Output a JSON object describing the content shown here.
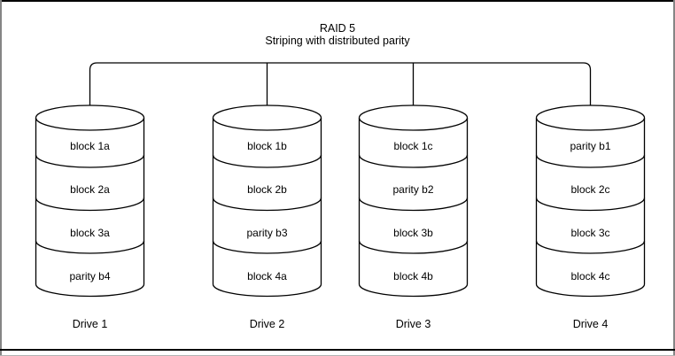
{
  "title": "RAID 5",
  "subtitle": "Striping with distributed parity",
  "drives": [
    {
      "label": "Drive 1",
      "blocks": [
        "block 1a",
        "block 2a",
        "block 3a",
        "parity b4"
      ]
    },
    {
      "label": "Drive 2",
      "blocks": [
        "block 1b",
        "block 2b",
        "parity b3",
        "block 4a"
      ]
    },
    {
      "label": "Drive 3",
      "blocks": [
        "block 1c",
        "parity b2",
        "block 3b",
        "block 4b"
      ]
    },
    {
      "label": "Drive 4",
      "blocks": [
        "parity b1",
        "block 2c",
        "block 3c",
        "block 4c"
      ]
    }
  ],
  "colors": {
    "line": "#000000",
    "frame_side": "#858585",
    "background": "#ffffff"
  }
}
